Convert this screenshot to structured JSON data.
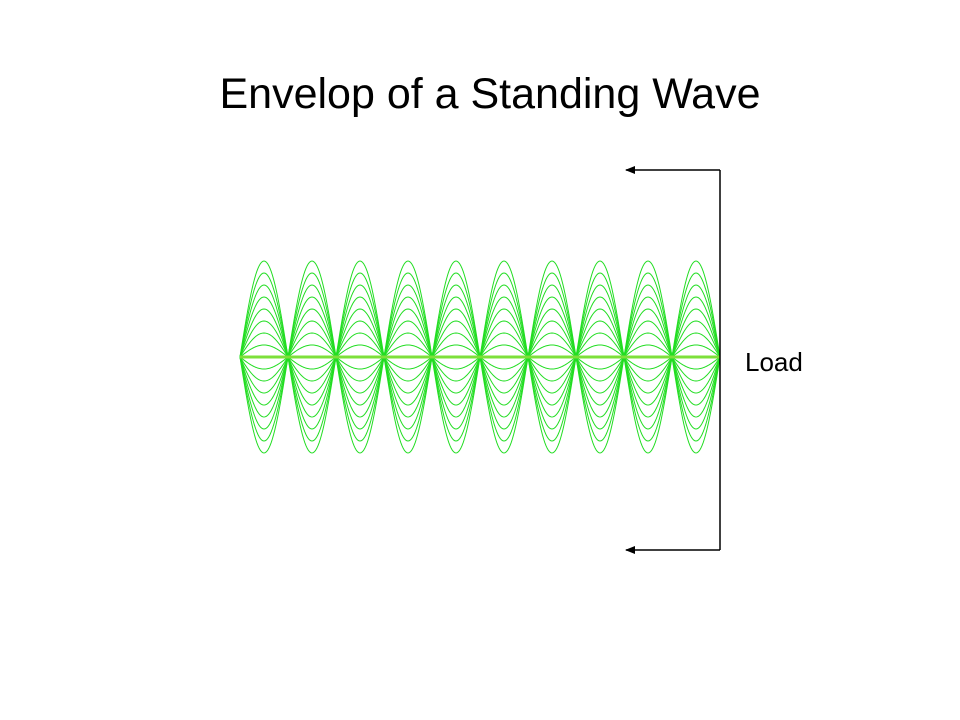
{
  "slide": {
    "title": "Envelop of a Standing Wave"
  },
  "diagram": {
    "load_label": "Load",
    "wave_color": "#22dd22",
    "axis_color": "#7de03a",
    "arrow_color": "#000000",
    "standing_wave": {
      "half_wavelengths": 10,
      "snapshot_count": 8
    }
  }
}
